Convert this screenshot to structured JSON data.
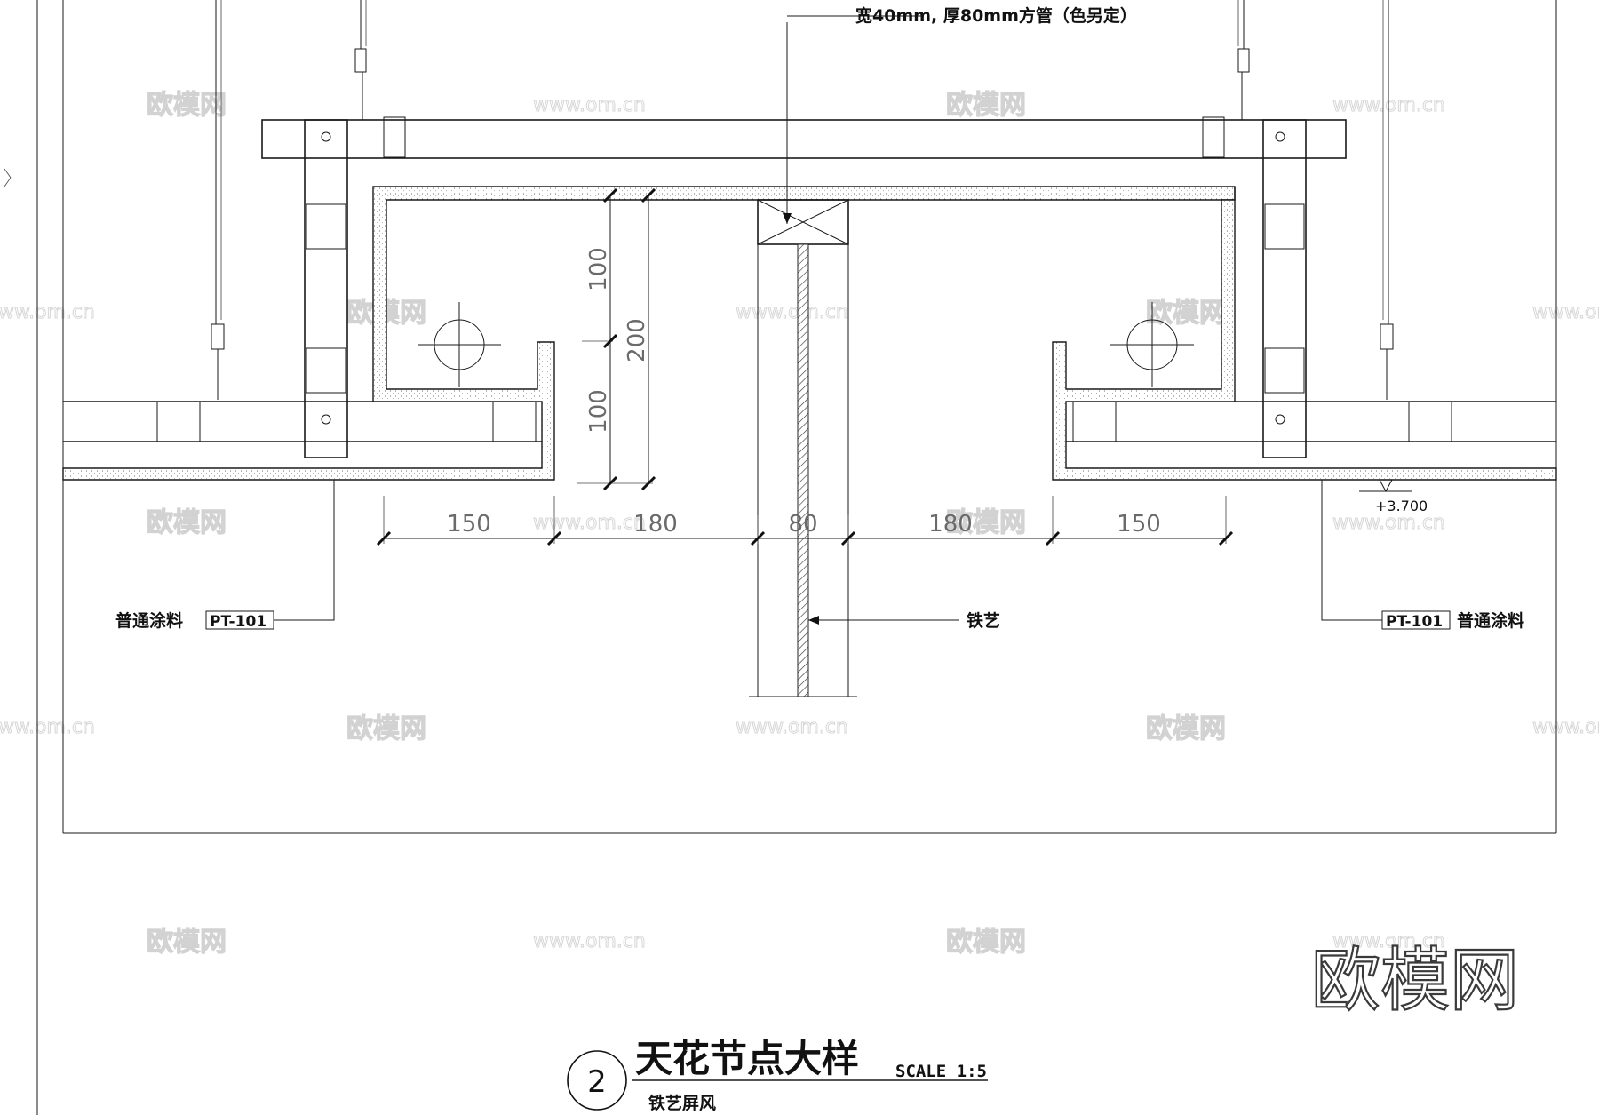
{
  "drawing": {
    "title": "天花节点大样",
    "scale_label": "SCALE 1:5",
    "subtitle": "铁艺屏风",
    "detail_number": "2"
  },
  "annotations": {
    "top_callout": "宽40mm, 厚80mm方管（色另定）",
    "iron_art": "铁艺",
    "paint_left_text": "普通涂料",
    "paint_left_code": "PT-101",
    "paint_right_code": "PT-101",
    "paint_right_text": "普通涂料",
    "elevation": "+3.700"
  },
  "dimensions": {
    "horizontal": [
      "150",
      "180",
      "80",
      "180",
      "150"
    ],
    "vertical_upper": "100",
    "vertical_lower": "100",
    "vertical_total": "200"
  },
  "watermarks": {
    "logo_text": "欧模网",
    "url_text": "www.om.cn",
    "brand": "欧模网"
  }
}
